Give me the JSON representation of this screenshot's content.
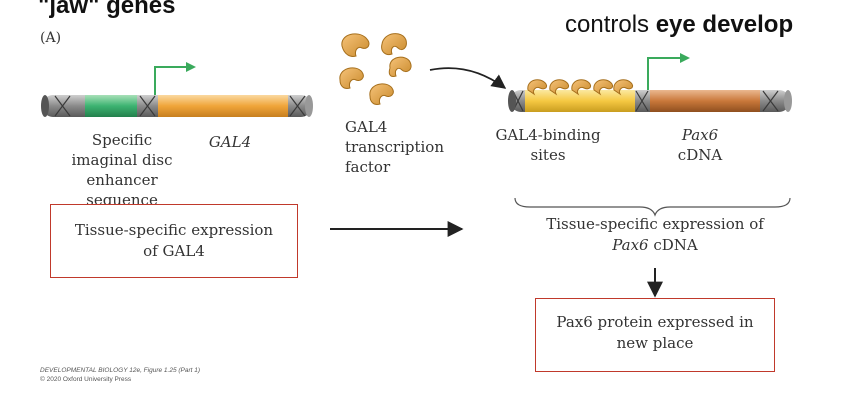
{
  "slide": {
    "title_left": "\"jaw\" genes",
    "title_right_prefix": "controls ",
    "title_right_bold": "eye develop",
    "panel_label": "(A)"
  },
  "construct_left": {
    "enhancer_label": "Specific imaginal disc enhancer sequence",
    "gene_label": "GAL4"
  },
  "transcription_factor": {
    "label": "GAL4 transcription factor"
  },
  "construct_right": {
    "binding_label": "GAL4-binding sites",
    "gene_label_italic": "Pax6",
    "gene_label_plain": "cDNA"
  },
  "boxes": {
    "left_expression": "Tissue-specific expression of GAL4",
    "right_expression_prefix": "Tissue-specific expression of ",
    "right_expression_italic": "Pax6",
    "right_expression_suffix": " cDNA",
    "protein_box": "Pax6 protein expressed in new place"
  },
  "credit": {
    "line1": "DEVELOPMENTAL BIOLOGY 12e, Figure 1.25 (Part 1)",
    "line2": "© 2020 Oxford University Press"
  },
  "colors": {
    "box_border": "#c0392b",
    "enhancer": "#3cb371",
    "gal4_gene": "#f0a53a",
    "binding_sites": "#f5c842",
    "pax6_gene": "#c9783a",
    "promoter_arrow": "#3aaa5c"
  }
}
